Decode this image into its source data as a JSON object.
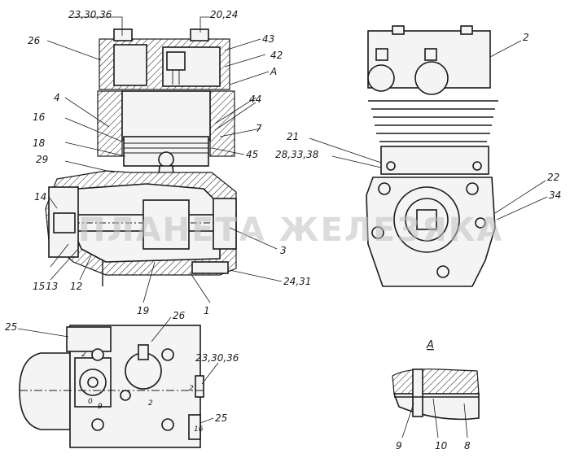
{
  "watermark": "ПЛАНЕТА ЖЕЛЕЗЯКА",
  "section_label": "А",
  "main_view": {
    "callouts": [
      "23,30,36",
      "20,24",
      "26",
      "43",
      "42",
      "А",
      "4",
      "44",
      "16",
      "7",
      "18",
      "45",
      "29",
      "14",
      "3",
      "15",
      "13",
      "12",
      "19",
      "1",
      "24,31"
    ]
  },
  "side_view": {
    "callouts": [
      "2",
      "21",
      "28,33,38",
      "22",
      "34"
    ]
  },
  "bottom_view": {
    "callouts": [
      "25",
      "26",
      "23,30,36",
      "25"
    ],
    "engraved": [
      "2",
      "2",
      "0",
      "2",
      "9",
      "16"
    ]
  },
  "detail_a": {
    "callouts": [
      "9",
      "10",
      "8"
    ]
  }
}
